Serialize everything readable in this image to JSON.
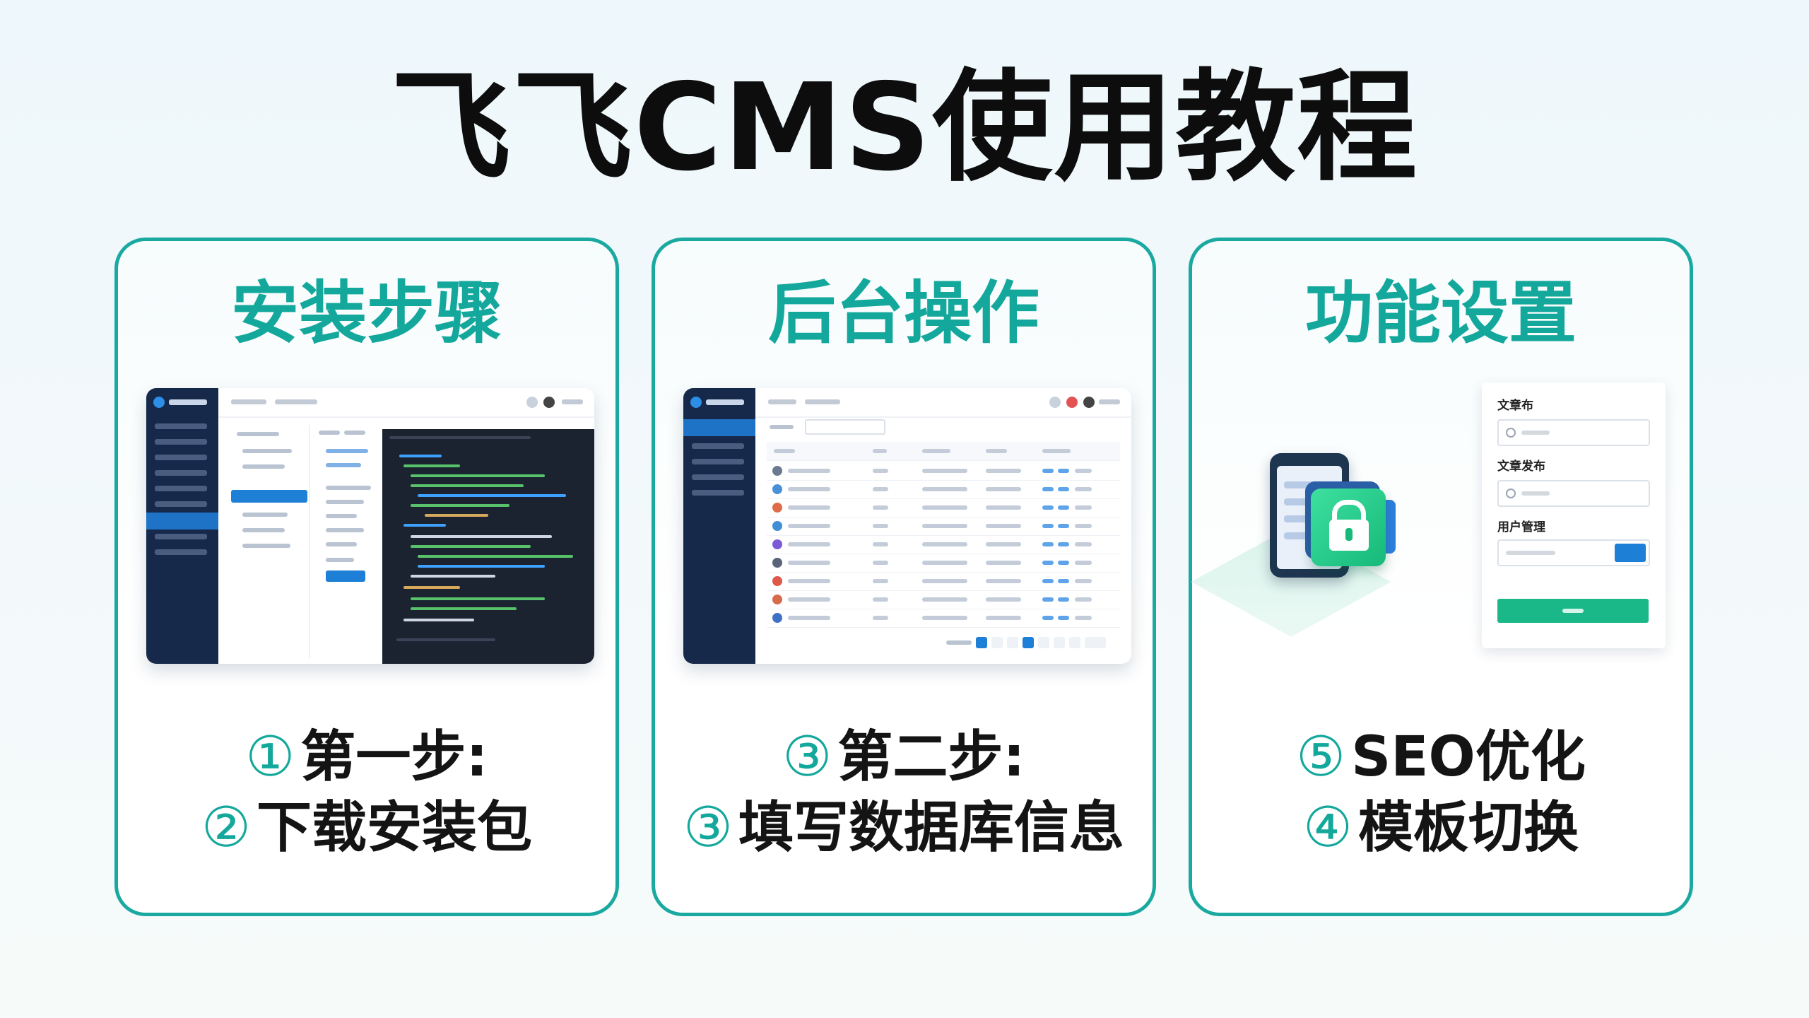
{
  "page": {
    "title": "飞飞CMS使用教程"
  },
  "colors": {
    "accent": "#14a89c",
    "sidebar": "#16294b",
    "primary_blue": "#1e7fd6",
    "green": "#1ab889"
  },
  "cards": [
    {
      "title": "安装步骤",
      "steps": [
        {
          "num": "①",
          "text": "第一步:"
        },
        {
          "num": "②",
          "text": "下载安装包"
        }
      ]
    },
    {
      "title": "后台操作",
      "steps": [
        {
          "num": "③",
          "text": "第二步:"
        },
        {
          "num": "③",
          "text": "填写数据库信息"
        }
      ]
    },
    {
      "title": "功能设置",
      "steps": [
        {
          "num": "⑤",
          "text": "SEO优化"
        },
        {
          "num": "④",
          "text": "模板切换"
        }
      ],
      "form": {
        "label_1": "文章布",
        "label_2": "文章发布",
        "label_3": "用户管理"
      }
    }
  ]
}
